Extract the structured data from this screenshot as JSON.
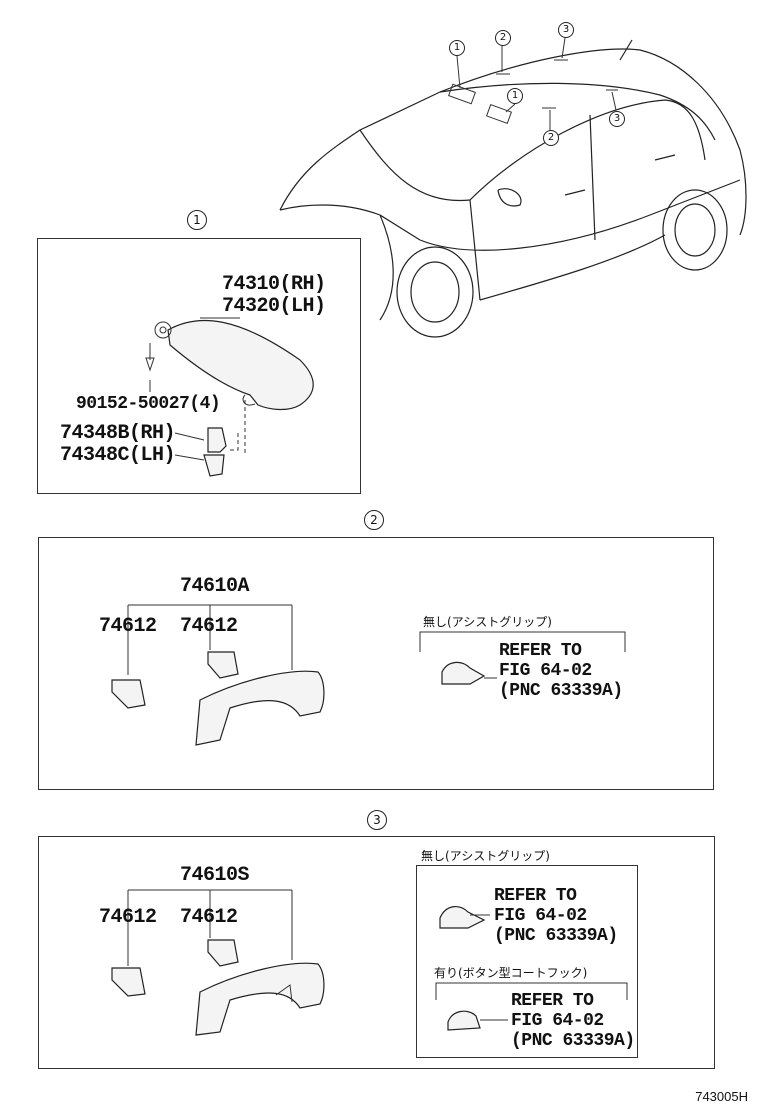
{
  "diagram_id": "743005H",
  "car": {
    "callouts": [
      "1",
      "2",
      "3",
      "1",
      "2",
      "3"
    ]
  },
  "section1": {
    "marker": "1",
    "visor_part_rh": "74310(RH)",
    "visor_part_lh": "74320(LH)",
    "screw_part": "90152-50027(4)",
    "holder_part_rh": "74348B(RH)",
    "holder_part_lh": "74348C(LH)"
  },
  "section2": {
    "marker": "2",
    "grip_part": "74610A",
    "cover_left": "74612",
    "cover_right": "74612",
    "note_title": "無し(アシストグリップ)",
    "ref_line1": "REFER TO",
    "ref_line2": "FIG 64-02",
    "ref_line3": "(PNC 63339A)"
  },
  "section3": {
    "marker": "3",
    "grip_part": "74610S",
    "cover_left": "74612",
    "cover_right": "74612",
    "note_a_title": "無し(アシストグリップ)",
    "note_a_line1": "REFER TO",
    "note_a_line2": "FIG 64-02",
    "note_a_line3": "(PNC 63339A)",
    "note_b_title": "有り(ボタン型コートフック)",
    "note_b_line1": "REFER TO",
    "note_b_line2": "FIG 64-02",
    "note_b_line3": "(PNC 63339A)"
  }
}
